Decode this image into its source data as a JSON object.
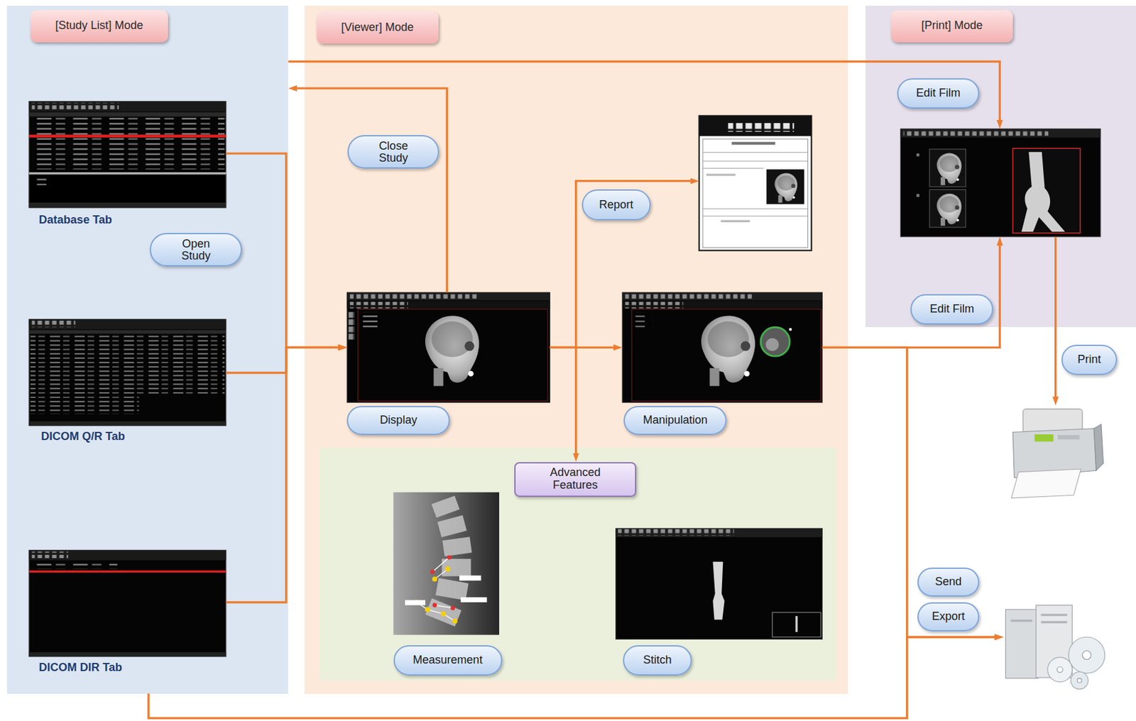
{
  "diagram": {
    "nodes": [
      {
        "text": [
          "[Study List] Mode"
        ]
      },
      {
        "text": [
          "Database Tab"
        ],
        "in": 0
      },
      {
        "text": [
          "DICOM Q/R Tab"
        ],
        "in": 0
      },
      {
        "text": [
          "DICOM DIR Tab"
        ],
        "in": 0
      },
      {
        "text": [
          "[Viewer] Mode"
        ]
      },
      {
        "text": [],
        "in": 4
      },
      {
        "text": [
          "Display"
        ],
        "in": 4
      },
      {
        "text": [
          "Manipulation"
        ],
        "in": 4
      },
      {
        "text": [
          "Advanced Features"
        ],
        "in": 4
      },
      {
        "text": [
          "Measurement"
        ],
        "in": 8
      },
      {
        "text": [
          "Stitch"
        ],
        "in": 8
      },
      {
        "text": [
          "[Print] Mode"
        ]
      },
      {
        "text": [],
        "in": 11
      },
      {
        "text": []
      },
      {
        "text": []
      }
    ],
    "edges": [
      {
        "from": 1,
        "to": 6,
        "arrow": "to",
        "label": "Open Study"
      },
      {
        "from": 2,
        "to": 6,
        "arrow": "to"
      },
      {
        "from": 3,
        "to": 6,
        "arrow": "to"
      },
      {
        "from": 6,
        "to": 0,
        "arrow": "to",
        "label": "Close Study"
      },
      {
        "from": 6,
        "to": 7,
        "arrow": "to"
      },
      {
        "from": 6,
        "to": 5,
        "arrow": "to",
        "label": "Report"
      },
      {
        "from": 6,
        "to": 8,
        "arrow": "to"
      },
      {
        "from": 0,
        "to": 12,
        "arrow": "to",
        "label": "Edit Film"
      },
      {
        "from": 7,
        "to": 12,
        "arrow": "to",
        "label": "Edit Film"
      },
      {
        "from": 12,
        "to": 13,
        "arrow": "to",
        "label": "Print"
      },
      {
        "from": 7,
        "to": 14,
        "arrow": "to"
      },
      {
        "from": 0,
        "to": 14,
        "arrow": "to"
      }
    ],
    "labels": [
      "Send",
      "Export"
    ]
  }
}
